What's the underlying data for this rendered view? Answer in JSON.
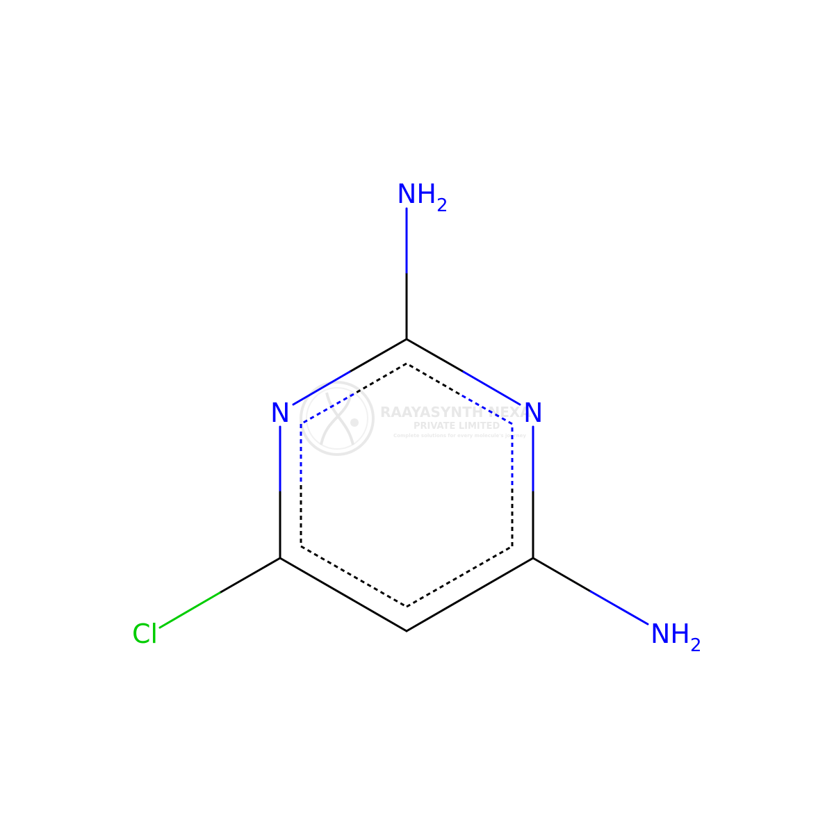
{
  "molecule": {
    "atoms": {
      "top_amine": {
        "symbol": "NH",
        "subscript": "2"
      },
      "right_amine": {
        "symbol": "NH",
        "subscript": "2"
      },
      "left_ring_nitrogen": {
        "symbol": "N"
      },
      "right_ring_nitrogen": {
        "symbol": "N"
      },
      "chlorine": {
        "symbol": "Cl"
      }
    }
  },
  "watermark": {
    "company": "RAAYASYNTH NEXA",
    "subtitle": "PRIVATE LIMITED",
    "tagline": "Complete solutions for every molecule's journey"
  },
  "colors": {
    "bond": "#000000",
    "nitrogen": "#0000ff",
    "chlorine": "#00cc00",
    "watermark": "#dddddd"
  }
}
